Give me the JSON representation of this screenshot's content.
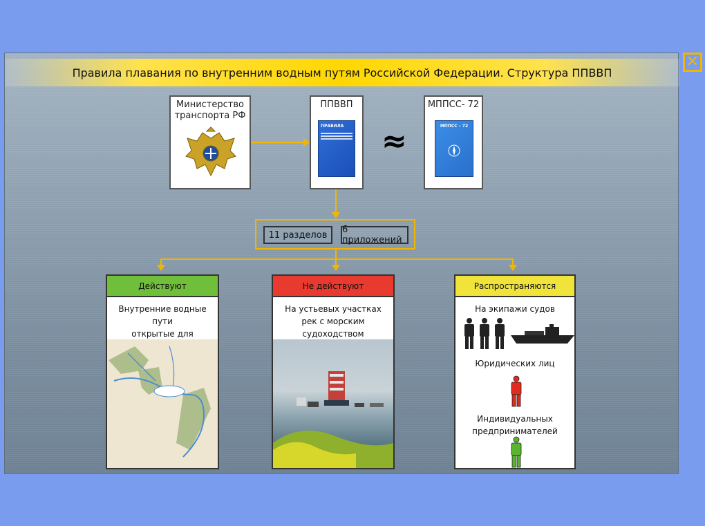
{
  "title": "Правила плавания по внутренним водным путям Российской Федерации. Структура ППВВП",
  "close_icon_label": "✕",
  "top_cards": {
    "ministry": {
      "label_line1": "Министерство",
      "label_line2": "транспорта РФ"
    },
    "ppvvp": {
      "label": "ППВВП",
      "book_title": "ПРАВИЛА"
    },
    "mppss": {
      "label": "МППСС- 72",
      "book_title": "МППСС – 72"
    },
    "approx_symbol": "≈"
  },
  "sections": {
    "sections_label": "11 разделов",
    "appendices_label": "6 приложений"
  },
  "panels": [
    {
      "head": "Действуют",
      "head_color": "#6fbf3a",
      "text_line1": "Внутренние водные пути",
      "text_line2": "открытые для судоходства"
    },
    {
      "head": "Не действуют",
      "head_color": "#e83a2e",
      "text_line1": "На устьевых участках",
      "text_line2": "рек с морским судоходством"
    },
    {
      "head": "Распространяются",
      "head_color": "#f0e43a",
      "crews_label": "На экипажи судов",
      "legal_label": "Юридических лиц",
      "individual_line1": "Индивидуальных",
      "individual_line2": "предпринимателей"
    }
  ],
  "colors": {
    "accent": "#f2b600",
    "crew_person": "#222222",
    "legal_person": "#e02b1e",
    "individual_person": "#5ab52e"
  }
}
